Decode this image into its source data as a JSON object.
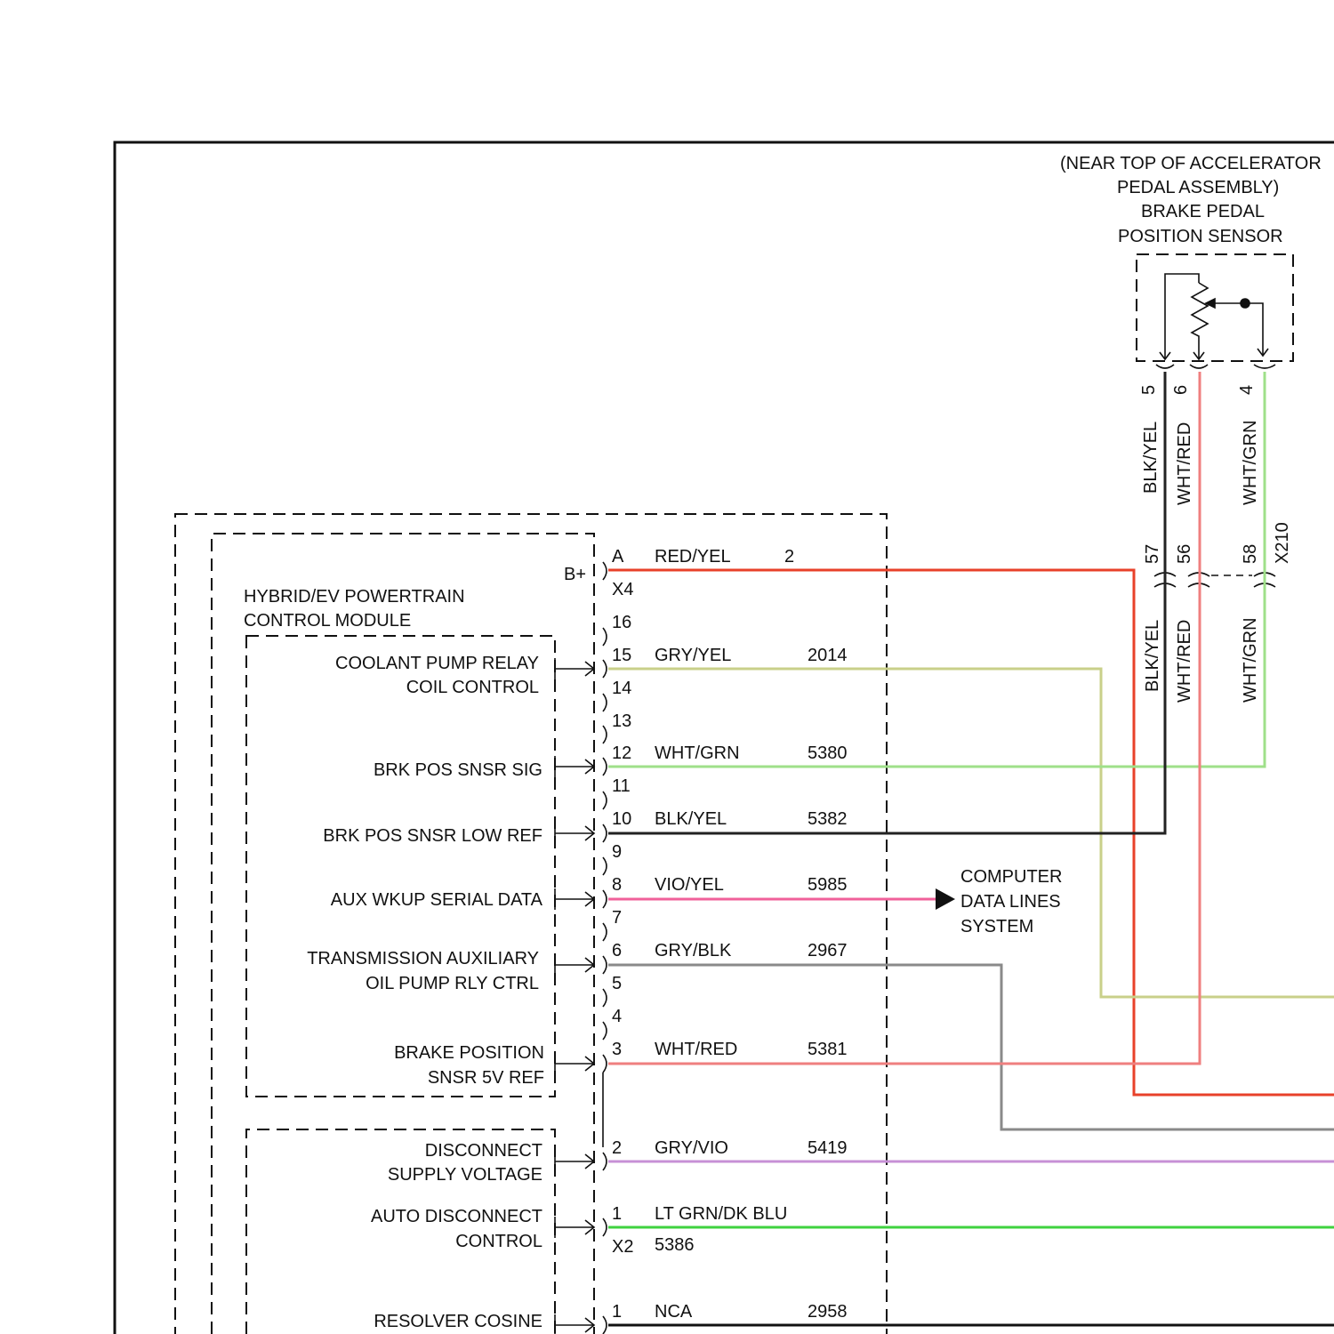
{
  "sensor": {
    "location_line1": "(NEAR TOP OF ACCELERATOR",
    "location_line2": "PEDAL ASSEMBLY)",
    "name_line1": "BRAKE PEDAL",
    "name_line2": "POSITION SENSOR",
    "pins": [
      "5",
      "6",
      "4"
    ],
    "wires": [
      "BLK/YEL",
      "WHT/RED",
      "WHT/GRN"
    ]
  },
  "inline_connector": {
    "id": "X210",
    "pins": [
      "57",
      "56",
      "58"
    ],
    "wires": [
      "BLK/YEL",
      "WHT/RED",
      "WHT/GRN"
    ]
  },
  "module": {
    "name_line1": "HYBRID/EV POWERTRAIN",
    "name_line2": "CONTROL MODULE",
    "bplus": "B+",
    "x4_label": "X4",
    "x2_label": "X2",
    "x2_circuit": "5386"
  },
  "functions": [
    {
      "line1": "COOLANT PUMP RELAY",
      "line2": "COIL CONTROL"
    },
    {
      "line1": "BRK POS SNSR SIG",
      "line2": ""
    },
    {
      "line1": "BRK POS SNSR LOW REF",
      "line2": ""
    },
    {
      "line1": "AUX WKUP SERIAL DATA",
      "line2": ""
    },
    {
      "line1": "TRANSMISSION AUXILIARY",
      "line2": "OIL PUMP RLY CTRL"
    },
    {
      "line1": "BRAKE POSITION",
      "line2": "SNSR 5V REF"
    },
    {
      "line1": "DISCONNECT",
      "line2": "SUPPLY VOLTAGE"
    },
    {
      "line1": "AUTO DISCONNECT",
      "line2": "CONTROL"
    },
    {
      "line1": "RESOLVER COSINE",
      "line2": ""
    }
  ],
  "circuits": [
    {
      "pin": "A",
      "color": "RED/YEL",
      "number": "2"
    },
    {
      "pin": "16",
      "color": "",
      "number": ""
    },
    {
      "pin": "15",
      "color": "GRY/YEL",
      "number": "2014"
    },
    {
      "pin": "14",
      "color": "",
      "number": ""
    },
    {
      "pin": "13",
      "color": "",
      "number": ""
    },
    {
      "pin": "12",
      "color": "WHT/GRN",
      "number": "5380"
    },
    {
      "pin": "11",
      "color": "",
      "number": ""
    },
    {
      "pin": "10",
      "color": "BLK/YEL",
      "number": "5382"
    },
    {
      "pin": "9",
      "color": "",
      "number": ""
    },
    {
      "pin": "8",
      "color": "VIO/YEL",
      "number": "5985"
    },
    {
      "pin": "7",
      "color": "",
      "number": ""
    },
    {
      "pin": "6",
      "color": "GRY/BLK",
      "number": "2967"
    },
    {
      "pin": "5",
      "color": "",
      "number": ""
    },
    {
      "pin": "4",
      "color": "",
      "number": ""
    },
    {
      "pin": "3",
      "color": "WHT/RED",
      "number": "5381"
    },
    {
      "pin": "2",
      "color": "GRY/VIO",
      "number": "5419"
    },
    {
      "pin": "1",
      "color": "LT GRN/DK BLU",
      "number": ""
    },
    {
      "pin": "1",
      "color": "NCA",
      "number": "2958"
    }
  ],
  "data_lines": {
    "line1": "COMPUTER",
    "line2": "DATA LINES",
    "line3": "SYSTEM"
  },
  "wire_colors": {
    "red_yel": "#e8412a",
    "gry_yel": "#c9d08a",
    "wht_grn": "#9fe08a",
    "blk_yel": "#222222",
    "vio_yel": "#f0609a",
    "gry_blk": "#8a8a8a",
    "wht_red": "#ef7f7f",
    "gry_vio": "#c790d6",
    "lt_grn_dk_blu": "#3fd23f",
    "nca": "#111111"
  }
}
